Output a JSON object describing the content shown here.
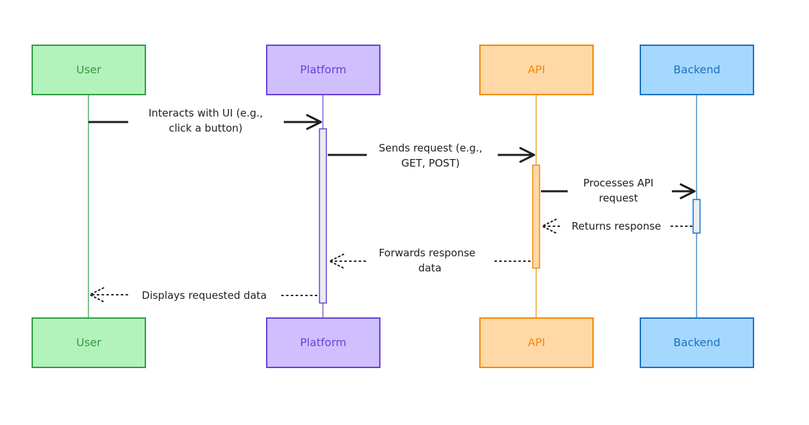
{
  "participants": [
    {
      "id": "user",
      "label": "User",
      "fill": "#b2f2bb",
      "stroke": "#2f9e44",
      "text": "#2f9e44"
    },
    {
      "id": "platform",
      "label": "Platform",
      "fill": "#d0bfff",
      "stroke": "#6741d9",
      "text": "#6741d9"
    },
    {
      "id": "api",
      "label": "API",
      "fill": "#ffd8a8",
      "stroke": "#f08c00",
      "text": "#f08c00"
    },
    {
      "id": "backend",
      "label": "Backend",
      "fill": "#a5d8ff",
      "stroke": "#1971c2",
      "text": "#1971c2"
    }
  ],
  "messages": [
    {
      "from": "user",
      "to": "platform",
      "kind": "request",
      "lines": [
        "Interacts with UI (e.g.,",
        "click a button)"
      ]
    },
    {
      "from": "platform",
      "to": "api",
      "kind": "request",
      "lines": [
        "Sends request (e.g.,",
        "GET, POST)"
      ]
    },
    {
      "from": "api",
      "to": "backend",
      "kind": "request",
      "lines": [
        "Processes API",
        "request"
      ]
    },
    {
      "from": "backend",
      "to": "api",
      "kind": "response",
      "lines": [
        "Returns response"
      ]
    },
    {
      "from": "api",
      "to": "platform",
      "kind": "response",
      "lines": [
        "Forwards response",
        "data"
      ]
    },
    {
      "from": "platform",
      "to": "user",
      "kind": "response",
      "lines": [
        "Displays requested data"
      ]
    }
  ],
  "colors": {
    "arrow": "#1e1e1e",
    "activation_fill": "#e9ecef"
  }
}
